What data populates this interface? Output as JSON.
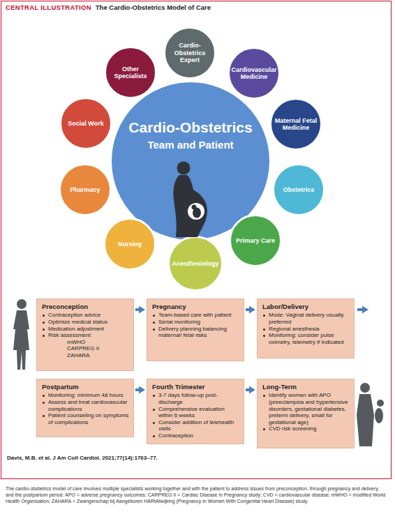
{
  "diagram": {
    "title": "The Cardio-Obstetrics Model of Care",
    "caption": "The cardio-obstetrics model of care involves multiple specialists working together and with the patient to address issues from preconception, through pregnancy and delivery, and the postpartum period. APO = adverse pregnancy outcomes; CARPREG II = Cardiac Disease in Pregnancy study; CVD = cardiovascular disease; mWHO = modified World Health Organization; ZAHARA = Zwangerschap bij Aangeboren HARtAfwijking (Pregnancy in Women With Congenital Heart Disease) study.",
    "nodes": [
      {
        "text": [
          "Cardio-Obstetrics",
          "Team and Patient"
        ]
      },
      {
        "text": [
          "Cardio-Obstetrics Expert"
        ]
      },
      {
        "text": [
          "Other Specialists"
        ]
      },
      {
        "text": [
          "Cardiovascular Medicine"
        ]
      },
      {
        "text": [
          "Social Work"
        ]
      },
      {
        "text": [
          "Maternal Fetal Medicine"
        ]
      },
      {
        "text": [
          "Pharmacy"
        ]
      },
      {
        "text": [
          "Obstetrics"
        ]
      },
      {
        "text": [
          "Primary Care"
        ]
      },
      {
        "text": [
          "Nursing"
        ]
      },
      {
        "text": [
          "Anesthesiology"
        ]
      },
      {
        "text": [
          "Preconception",
          "Contraception advice",
          "Optimize medical status",
          "Medication adjustment",
          "Risk assessment:",
          "mWHO",
          "CARPREG II",
          "ZAHARA"
        ]
      },
      {
        "text": [
          "Pregnancy",
          "Team-based care with patient",
          "Serial monitoring",
          "Delivery planning balancing maternal/ fetal risks"
        ]
      },
      {
        "text": [
          "Labor/Delivery",
          "Mode: Vaginal delivery usually preferred",
          "Regional anesthesia",
          "Monitoring: consider pulse oximetry, telemetry if indicated"
        ]
      },
      {
        "text": [
          "Postpartum",
          "Monitoring: minimum 48 hours",
          "Assess and treat cardiovascular complications",
          "Patient counseling on symptoms of complications"
        ]
      },
      {
        "text": [
          "Fourth Trimester",
          "3-7 days follow-up post-discharge",
          "Comprehensive evaluation within 6 weeks",
          "Consider addition of telehealth visits",
          "Contraception"
        ]
      },
      {
        "text": [
          "Long-Term",
          "Identify women with APO (preeclampsia and hypertensive disorders, gestational diabetes, preterm delivery, small for gestational age)",
          "CVD risk screening"
        ]
      }
    ],
    "edges": [
      {
        "from": 11,
        "to": 12,
        "arrow": "to"
      },
      {
        "from": 12,
        "to": 13,
        "arrow": "to"
      },
      {
        "from": 14,
        "to": 15,
        "arrow": "to"
      },
      {
        "from": 15,
        "to": 16,
        "arrow": "to"
      }
    ],
    "labels": [
      "CENTRAL ILLUSTRATION",
      "Davis, M.B. et al. J Am Coll Cardiol. 2021;77(14):1763–77."
    ]
  }
}
